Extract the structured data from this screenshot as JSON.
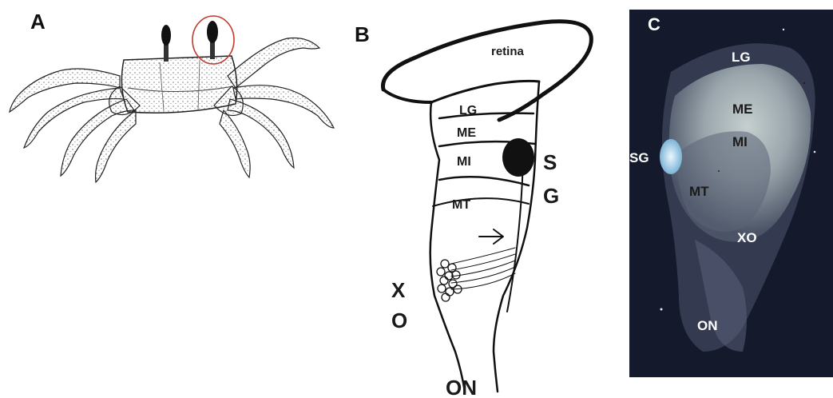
{
  "panels": {
    "a": {
      "letter": "A"
    },
    "b": {
      "letter": "B",
      "labels": {
        "retina": "retina",
        "lg": "LG",
        "me": "ME",
        "mi": "MI",
        "mt": "MT",
        "sg_s": "S",
        "sg_g": "G",
        "xo_x": "X",
        "xo_o": "O",
        "on": "ON"
      }
    },
    "c": {
      "letter": "C",
      "labels": {
        "lg": "LG",
        "me": "ME",
        "mi": "MI",
        "sg": "SG",
        "mt": "MT",
        "xo": "XO",
        "on": "ON"
      }
    }
  },
  "colors": {
    "ink": "#111111",
    "highlight_circle": "#c0392b",
    "photo_background": "#141a2c",
    "photo_tissue": "#b8c4c4",
    "sinus_gland": "#cfe8f4"
  }
}
